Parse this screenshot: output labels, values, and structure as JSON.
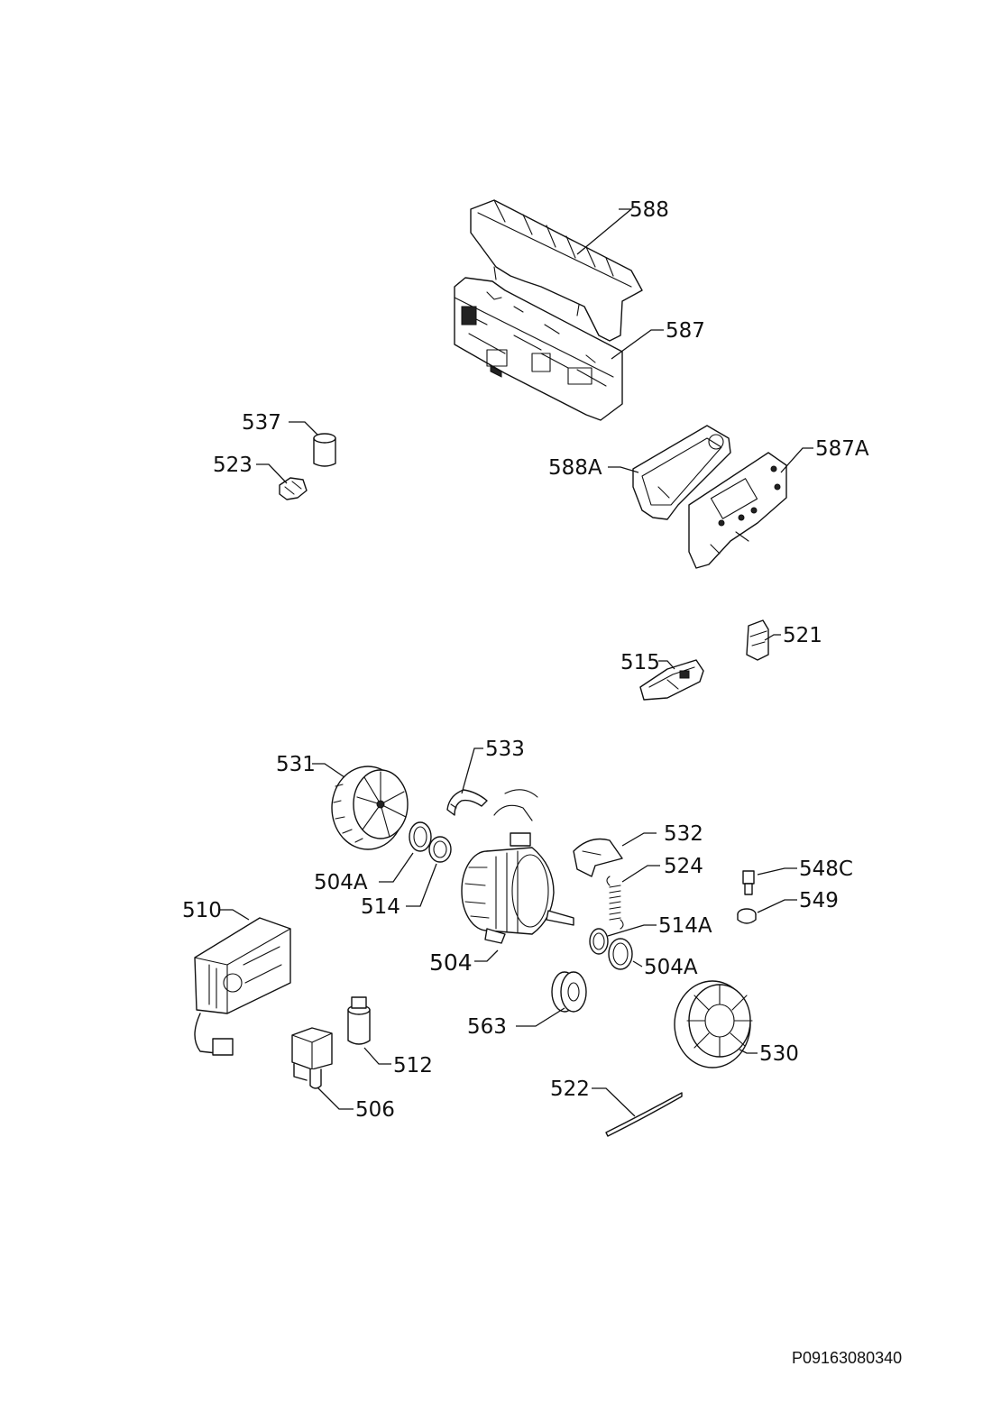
{
  "drawing_id": "P09163080340",
  "callouts": {
    "c588": "588",
    "c587": "587",
    "c537": "537",
    "c523": "523",
    "c588A": "588A",
    "c587A": "587A",
    "c521": "521",
    "c515": "515",
    "c533": "533",
    "c531": "531",
    "c532": "532",
    "c524": "524",
    "c548C": "548C",
    "c504A_left": "504A",
    "c514_left": "514",
    "c549": "549",
    "c510": "510",
    "c514A": "514A",
    "c504": "504",
    "c504A_right": "504A",
    "c563": "563",
    "c512": "512",
    "c530": "530",
    "c506": "506",
    "c522": "522"
  }
}
